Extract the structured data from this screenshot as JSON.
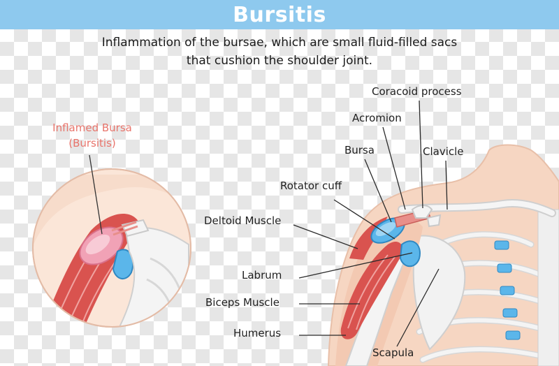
{
  "title": "Bursitis",
  "subtitle": {
    "line1": "Inflammation of the bursae, which are small fluid-filled sacs",
    "line2": "that cushion the shoulder joint."
  },
  "inset_label": {
    "line1": "Inflamed Bursa",
    "line2": "(Bursitis)",
    "color": "#e8746b"
  },
  "labels": {
    "coracoid": "Coracoid process",
    "acromion": "Acromion",
    "bursa": "Bursa",
    "clavicle": "Clavicle",
    "rotator": "Rotator cuff",
    "deltoid": "Deltoid Muscle",
    "labrum": "Labrum",
    "biceps": "Biceps Muscle",
    "humerus": "Humerus",
    "scapula": "Scapula"
  },
  "colors": {
    "banner": "#8ec9ee",
    "skin": "#f6d6c2",
    "muscle": "#d9534f",
    "bursa_blue": "#5bb6ea",
    "bone": "#f4f4f4"
  }
}
